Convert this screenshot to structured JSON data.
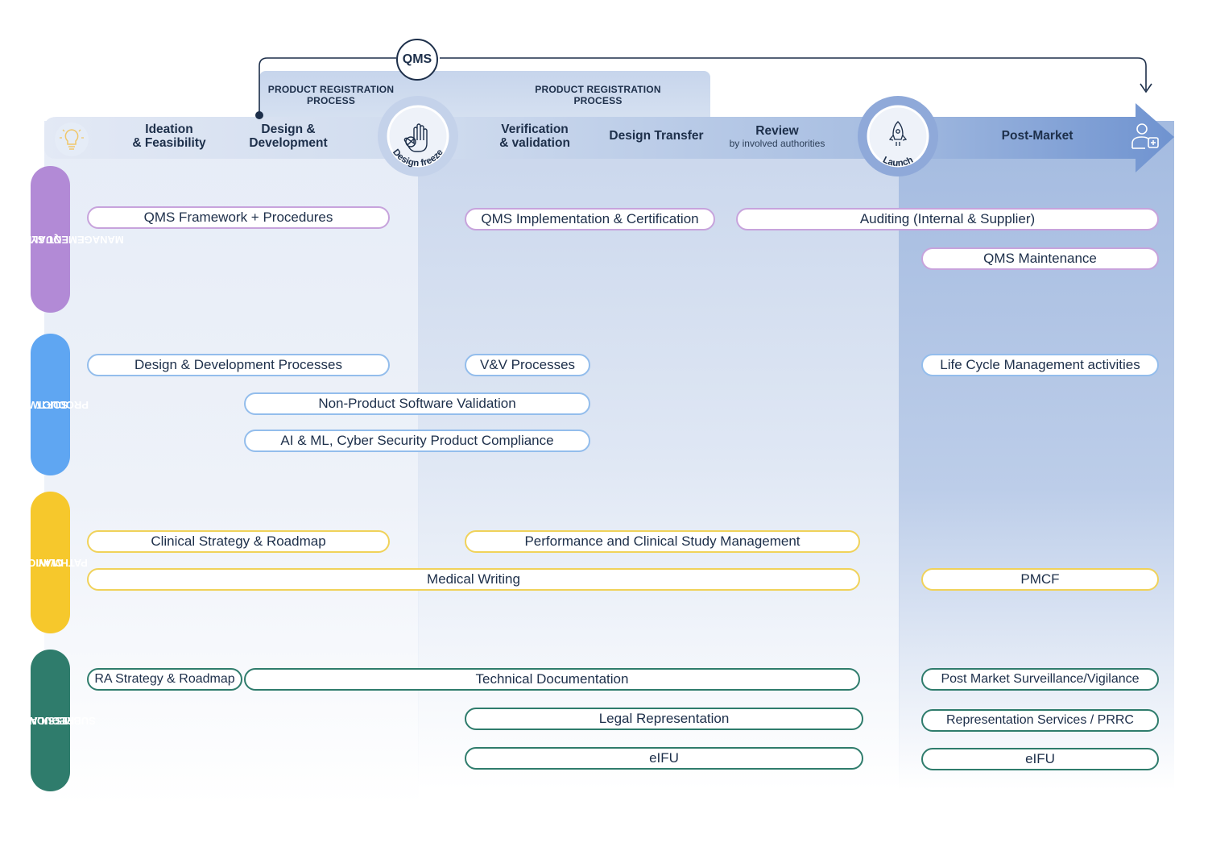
{
  "qms_badge": "QMS",
  "process_titles": [
    {
      "line1": "PRODUCT REGISTRATION",
      "line2": "PROCESS"
    },
    {
      "line1": "PRODUCT REGISTRATION",
      "line2": "PROCESS"
    }
  ],
  "phases": {
    "ideation": {
      "line1": "Ideation",
      "line2": "& Feasibility"
    },
    "design": {
      "line1": "Design &",
      "line2": "Development"
    },
    "design_freeze": "Design freeze",
    "verification": {
      "line1": "Verification",
      "line2": "& validation"
    },
    "design_transfer": "Design Transfer",
    "review": {
      "title": "Review",
      "sub": "by involved authorities"
    },
    "launch": "Launch",
    "post_market": "Post-Market"
  },
  "swimlanes": {
    "qms": {
      "label_line1": "QUALITY",
      "label_line2": "MANAGEMENT SYSTEM",
      "color": "#b28ad6",
      "items": [
        "QMS Framework + Procedures",
        "QMS Implementation & Certification",
        "Auditing (Internal & Supplier)",
        "QMS Maintenance"
      ]
    },
    "software": {
      "label_line1": "SOFTWARE",
      "label_line2": "PRODUCT",
      "color": "#5fa6f2",
      "items": [
        "Design & Development Processes",
        "V&V Processes",
        "Life Cycle Management activities",
        "Non-Product Software Validation",
        "AI & ML, Cyber Security Product Compliance"
      ]
    },
    "clinical": {
      "label_line1": "CLINICAL",
      "label_line2": "PATHWAY",
      "color": "#f6c82c",
      "items": [
        "Clinical Strategy & Roadmap",
        "Performance and Clinical Study Management",
        "Medical Writing",
        "PMCF"
      ]
    },
    "regulatory": {
      "label_line1": "REGULATORY",
      "label_line2": "SUBMISSION",
      "color": "#2f7c6c",
      "items": [
        "RA Strategy & Roadmap",
        "Technical Documentation",
        "Legal Representation",
        "eIFU",
        "Post Market Surveillance/Vigilance",
        "Representation Services / PRRC",
        "eIFU"
      ]
    }
  }
}
